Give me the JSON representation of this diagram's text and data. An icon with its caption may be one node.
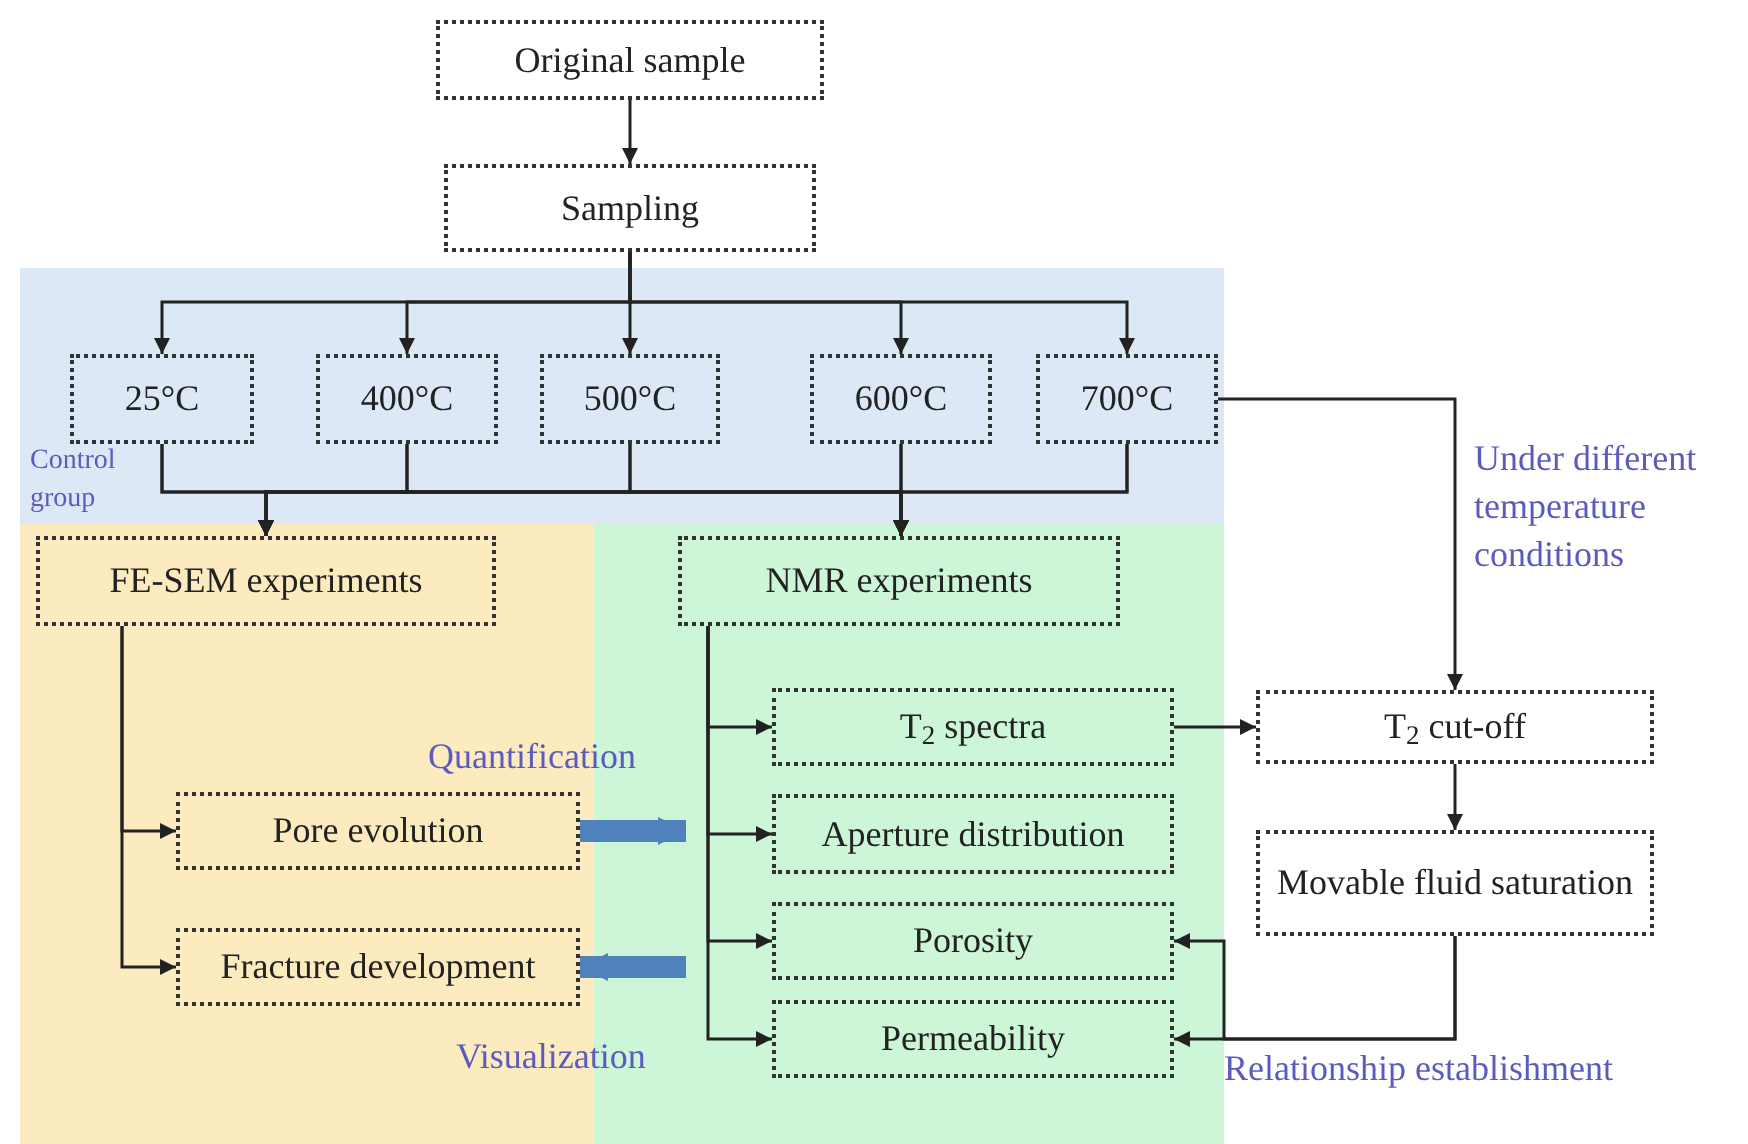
{
  "diagram": {
    "nodes": [
      {
        "text": [
          "Original sample"
        ]
      },
      {
        "text": [
          "Sampling"
        ]
      },
      {
        "text": [
          "Control group"
        ]
      },
      {
        "text": [
          "25°C"
        ],
        "in": 2
      },
      {
        "text": [
          "400°C"
        ],
        "in": 2
      },
      {
        "text": [
          "500°C"
        ],
        "in": 2
      },
      {
        "text": [
          "600°C"
        ],
        "in": 2
      },
      {
        "text": [
          "700°C"
        ],
        "in": 2
      },
      {
        "text": [],
        "shape": "box"
      },
      {
        "text": [
          "FE-SEM experiments"
        ],
        "in": 8
      },
      {
        "text": [
          "Pore evolution"
        ],
        "in": 8
      },
      {
        "text": [
          "Fracture development"
        ],
        "in": 8
      },
      {
        "text": [],
        "shape": "box"
      },
      {
        "text": [
          "NMR experiments"
        ],
        "in": 12
      },
      {
        "text": [
          "T$_{2}$ spectra"
        ],
        "in": 12
      },
      {
        "text": [
          "Aperture distribution"
        ],
        "in": 12
      },
      {
        "text": [
          "Porosity"
        ],
        "in": 12
      },
      {
        "text": [
          "Permeability"
        ],
        "in": 12
      },
      {
        "text": [
          "T$_{2}$ cut-off"
        ]
      },
      {
        "text": [
          "Movable fluid saturation"
        ]
      }
    ],
    "edges": [
      {
        "from": 0,
        "to": 1,
        "arrow": "to"
      },
      {
        "from": 1,
        "to": 3,
        "arrow": "to"
      },
      {
        "from": 1,
        "to": 4,
        "arrow": "to"
      },
      {
        "from": 1,
        "to": 5,
        "arrow": "to"
      },
      {
        "from": 1,
        "to": 6,
        "arrow": "to"
      },
      {
        "from": 1,
        "to": 7,
        "arrow": "to"
      },
      {
        "from": 3,
        "to": 9,
        "arrow": "to"
      },
      {
        "from": 4,
        "to": 9,
        "arrow": "to"
      },
      {
        "from": 5,
        "to": 9,
        "arrow": "to"
      },
      {
        "from": 6,
        "to": 9,
        "arrow": "to"
      },
      {
        "from": 7,
        "to": 9,
        "arrow": "to"
      },
      {
        "from": 3,
        "to": 13,
        "arrow": "to"
      },
      {
        "from": 4,
        "to": 13,
        "arrow": "to"
      },
      {
        "from": 5,
        "to": 13,
        "arrow": "to"
      },
      {
        "from": 6,
        "to": 13,
        "arrow": "to"
      },
      {
        "from": 7,
        "to": 13,
        "arrow": "to"
      },
      {
        "from": 9,
        "to": 10,
        "arrow": "to"
      },
      {
        "from": 9,
        "to": 11,
        "arrow": "to"
      },
      {
        "from": 13,
        "to": 14,
        "arrow": "to"
      },
      {
        "from": 13,
        "to": 15,
        "arrow": "to"
      },
      {
        "from": 13,
        "to": 16,
        "arrow": "to"
      },
      {
        "from": 13,
        "to": 17,
        "arrow": "to"
      },
      {
        "from": 14,
        "to": 18,
        "arrow": "to"
      },
      {
        "from": 7,
        "to": 18,
        "arrow": "to",
        "label": "Under different temperature conditions"
      },
      {
        "from": 18,
        "to": 19,
        "arrow": "to"
      },
      {
        "from": 19,
        "to": 16,
        "arrow": "to"
      },
      {
        "from": 19,
        "to": 17,
        "arrow": "to",
        "label": "Relationship establishment"
      },
      {
        "from": 10,
        "to": 15,
        "arrow": "to",
        "label": "Quantification",
        "style": "thick",
        "color": "#4f81bd"
      },
      {
        "from": null,
        "to": 11,
        "arrow": "to",
        "label": "Visualization",
        "style": "thick",
        "color": "#4f81bd"
      }
    ]
  }
}
